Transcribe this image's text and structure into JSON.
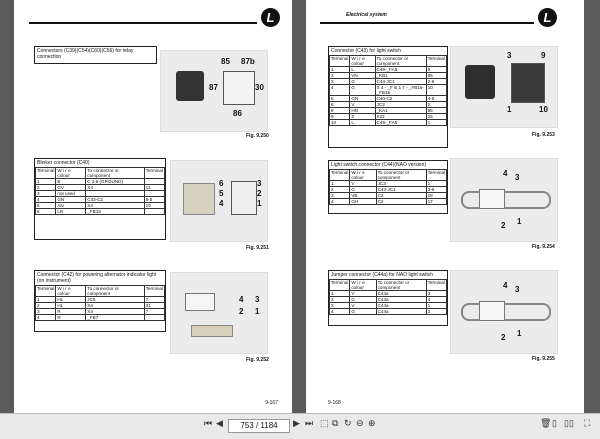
{
  "right_header": {
    "title": "Electrical system"
  },
  "left_page": {
    "page_number": "9-167",
    "boxes": [
      {
        "title": "Connectors (C39)(C54)(C60)(C56) for relay connection",
        "fig": "Fig. 9.250",
        "pins": [
          "85",
          "87b",
          "87",
          "30",
          "86"
        ],
        "rows": []
      },
      {
        "title": "Blinker connector (C40)",
        "fig": "Fig. 9.251",
        "pins": [
          "6",
          "3",
          "5",
          "2",
          "4",
          "1"
        ],
        "headers": [
          "Terminal",
          "W i r e colour",
          "To connector or component",
          "Terminal"
        ],
        "rows": [
          [
            "1",
            "B",
            "C 3 6 (GROUND)",
            ""
          ],
          [
            "2",
            "GV",
            "X4",
            "11"
          ],
          [
            "3",
            "not used",
            "",
            ""
          ],
          [
            "4",
            "GN",
            "C43-C2",
            "5-5"
          ],
          [
            "5",
            "AN",
            "X4",
            "19"
          ],
          [
            "6",
            "LR",
            "_FB18",
            ""
          ]
        ]
      },
      {
        "title": "Connector (C42) for powering alternator indicator light (on instrument)",
        "fig": "Fig. 9.252",
        "pins": [
          "4",
          "3",
          "2",
          "1"
        ],
        "headers": [
          "Terminal",
          "W i r e colour",
          "To connector or component",
          "Terminal"
        ],
        "rows": [
          [
            "1",
            "HL",
            "JC5",
            "7"
          ],
          [
            "2",
            "HL",
            "X4",
            "31"
          ],
          [
            "3",
            "R",
            "X4",
            "7"
          ],
          [
            "4",
            "R",
            "_FB7",
            ""
          ]
        ]
      }
    ]
  },
  "right_page": {
    "page_number": "9-168",
    "boxes": [
      {
        "title": "Connector (C43) for light switch",
        "fig": "Fig. 9.253",
        "pins": [
          "3",
          "9",
          "1",
          "10"
        ],
        "headers": [
          "Terminal",
          "W i r e colour",
          "To connector or component",
          "Terminal"
        ],
        "rows": [
          [
            "1",
            "L",
            "C49-_FA5",
            "9"
          ],
          [
            "2",
            "VN",
            "_KB1",
            "85"
          ],
          [
            "3",
            "G",
            "C44-JC1",
            "2-6"
          ],
          [
            "4",
            "G",
            "X 4 - _F B 1 7 - _FB16-_FB15",
            "10"
          ],
          [
            "5",
            "GN",
            "C40-C2",
            "4-5"
          ],
          [
            "6",
            "V",
            "JC3",
            "2"
          ],
          [
            "8",
            "HN",
            "_KA1",
            "85"
          ],
          [
            "9",
            "Z",
            "X22",
            "25"
          ],
          [
            "10",
            "L",
            "C49-_FA5",
            "1"
          ]
        ]
      },
      {
        "title": "Light switch connector (C44)(NAO version)",
        "fig": "Fig. 9.254",
        "pins": [
          "4",
          "3",
          "2",
          "1"
        ],
        "headers": [
          "Terminal",
          "W i r e colour",
          "To connector or component",
          "Terminal"
        ],
        "rows": [
          [
            "1",
            "V",
            "JC3",
            "1"
          ],
          [
            "2",
            "G",
            "C43-JC1",
            "3-6"
          ],
          [
            "3",
            "VB",
            "C2",
            "18"
          ],
          [
            "4",
            "GH",
            "C2",
            "17"
          ]
        ]
      },
      {
        "title": "Jumper connector (C44a) for NAO light switch",
        "fig": "Fig. 9.255",
        "pins": [
          "4",
          "3",
          "2",
          "1"
        ],
        "headers": [
          "Terminal",
          "W i r e colour",
          "To connector or component",
          "Terminal"
        ],
        "rows": [
          [
            "1",
            "V",
            "C44a",
            "3"
          ],
          [
            "2",
            "G",
            "C44a",
            "4"
          ],
          [
            "3",
            "V",
            "C44a",
            "1"
          ],
          [
            "4",
            "G",
            "C44a",
            "2"
          ]
        ]
      }
    ]
  },
  "toolbar": {
    "page_field": "753 / 1184",
    "icons": [
      "first-page-icon",
      "prev-page-icon",
      "next-page-icon",
      "last-page-icon",
      "fit-width-icon",
      "fit-page-icon",
      "rotate-icon",
      "zoom-out-icon",
      "zoom-in-icon",
      "trash-icon",
      "single-page-icon",
      "double-page-icon",
      "fullscreen-icon"
    ]
  }
}
